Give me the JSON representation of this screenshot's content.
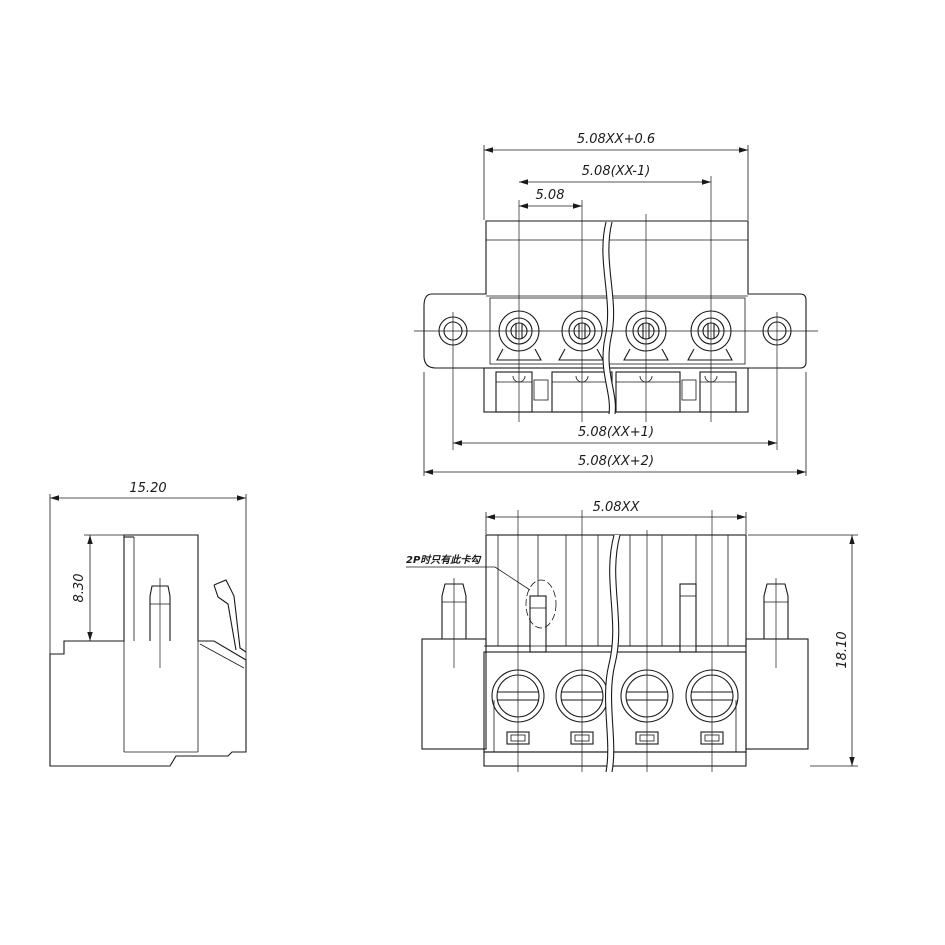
{
  "dimensions": {
    "top_overall": "5.08XX+0.6",
    "top_pitch_span": "5.08(XX-1)",
    "top_pitch": "5.08",
    "top_bottom_span1": "5.08(XX+1)",
    "top_bottom_span2": "5.08(XX+2)",
    "front_width": "5.08XX",
    "front_height": "18.10",
    "side_width": "15.20",
    "side_height": "8.30"
  },
  "notes": {
    "latch_note": "2P时只有此卡勾"
  }
}
